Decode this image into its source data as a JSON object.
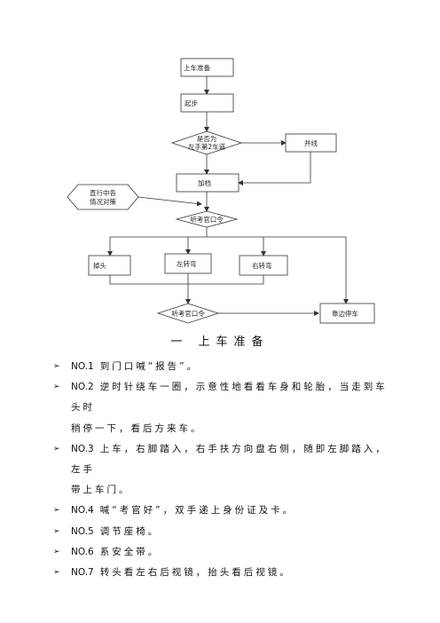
{
  "flowchart": {
    "nodes": {
      "prepare": "上车准备",
      "start": "起步",
      "decision_lane": [
        "是否为",
        "左手第2车道"
      ],
      "change_lane": "并线",
      "accelerate": "加档",
      "straight": [
        "直行中各",
        "情况对策"
      ],
      "command1": "听考官口令",
      "uturn": "掉头",
      "left": "左转弯",
      "right": "右转弯",
      "command2": "听考官口令",
      "park": "靠边停车"
    },
    "line_color": "#333333",
    "fill_color": "#ffffff"
  },
  "section": {
    "title": "一  上车准备"
  },
  "steps": {
    "bullet": "➢",
    "items": [
      {
        "no": "NO.1",
        "lines": [
          "到门口喊“报告”。"
        ]
      },
      {
        "no": "NO.2",
        "lines": [
          "逆时针绕车一圈，示意性地看看车身和轮胎，当走到车头时",
          "稍停一下，看后方来车。"
        ]
      },
      {
        "no": "NO.3",
        "lines": [
          "上车，右脚踏入，右手扶方向盘右侧，随即左脚踏入，左手",
          "带上车门。"
        ]
      },
      {
        "no": "NO.4",
        "lines": [
          "喊“考官好”，双手递上身份证及卡。"
        ]
      },
      {
        "no": "NO.5",
        "lines": [
          "调节座椅。"
        ]
      },
      {
        "no": "NO.6",
        "lines": [
          "系安全带。"
        ]
      },
      {
        "no": "NO.7",
        "lines": [
          "转头看左右后视镜，抬头看后视镜。"
        ]
      }
    ]
  }
}
